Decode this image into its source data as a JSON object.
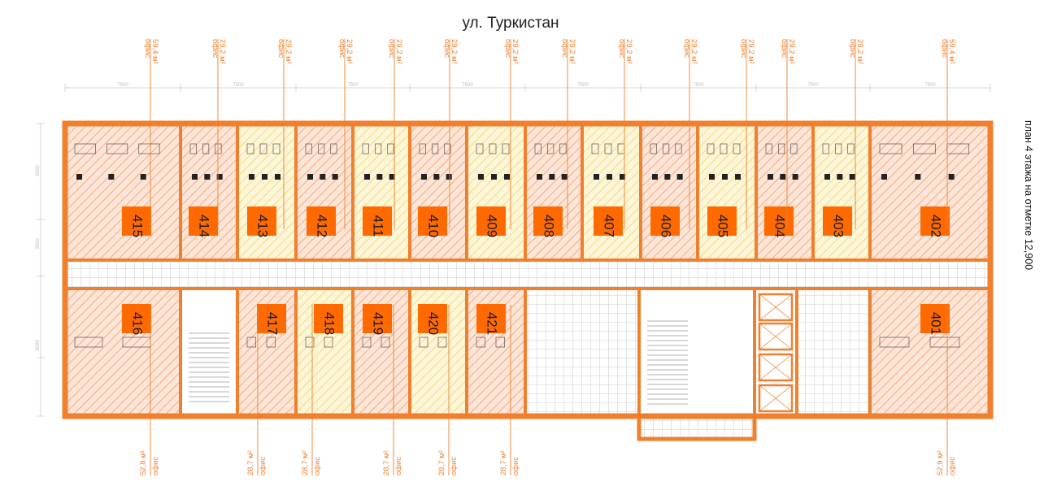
{
  "street_label": "ул. Туркистан",
  "plan_caption": "план 4 этажа на отметке 12,900",
  "colors": {
    "wall": "#f07f2e",
    "label_box": "#ff6a00",
    "hatch_orange": "#f49a6a",
    "hatch_yellow": "#f3d36a",
    "annotation": "#f07f2e"
  },
  "dimension_labels": [
    "7500",
    "6000",
    "3000"
  ],
  "top_rooms": [
    {
      "number": "415",
      "area": "59,4 м²",
      "use": "офис",
      "tone": "orange"
    },
    {
      "number": "414",
      "area": "29,2 м²",
      "use": "офис",
      "tone": "orange"
    },
    {
      "number": "413",
      "area": "29,2 м²",
      "use": "офис",
      "tone": "yellow"
    },
    {
      "number": "412",
      "area": "29,2 м²",
      "use": "офис",
      "tone": "orange"
    },
    {
      "number": "411",
      "area": "29,2 м²",
      "use": "офис",
      "tone": "yellow"
    },
    {
      "number": "410",
      "area": "29,2 м²",
      "use": "офис",
      "tone": "orange"
    },
    {
      "number": "409",
      "area": "29,2 м²",
      "use": "офис",
      "tone": "yellow"
    },
    {
      "number": "408",
      "area": "29,2 м²",
      "use": "офис",
      "tone": "orange"
    },
    {
      "number": "407",
      "area": "29,2 м²",
      "use": "офис",
      "tone": "yellow"
    },
    {
      "number": "406",
      "area": "29,2 м²",
      "use": "офис",
      "tone": "orange"
    },
    {
      "number": "405",
      "area": "29,2 м²",
      "use": "офис",
      "tone": "yellow"
    },
    {
      "number": "404",
      "area": "29,2 м²",
      "use": "офис",
      "tone": "orange"
    },
    {
      "number": "403",
      "area": "29,2 м²",
      "use": "офис",
      "tone": "yellow"
    },
    {
      "number": "402",
      "area": "59,4 м²",
      "use": "офис",
      "tone": "orange"
    }
  ],
  "bottom_rooms": [
    {
      "number": "416",
      "area": "52,8 м²",
      "use": "офис",
      "tone": "orange"
    },
    {
      "number": "417",
      "area": "28,7 м²",
      "use": "офис",
      "tone": "orange"
    },
    {
      "number": "418",
      "area": "28,7 м²",
      "use": "офис",
      "tone": "yellow"
    },
    {
      "number": "419",
      "area": "28,7 м²",
      "use": "офис",
      "tone": "orange"
    },
    {
      "number": "420",
      "area": "28,7 м²",
      "use": "офис",
      "tone": "yellow"
    },
    {
      "number": "421",
      "area": "28,7 м²",
      "use": "офис",
      "tone": "orange"
    },
    {
      "number": "401",
      "area": "52,9 м²",
      "use": "офис",
      "tone": "orange"
    }
  ],
  "service_areas": [
    {
      "name": "stair-west"
    },
    {
      "name": "wc-block"
    },
    {
      "name": "stair-east"
    },
    {
      "name": "lift-shafts"
    },
    {
      "name": "lift-hall"
    }
  ]
}
